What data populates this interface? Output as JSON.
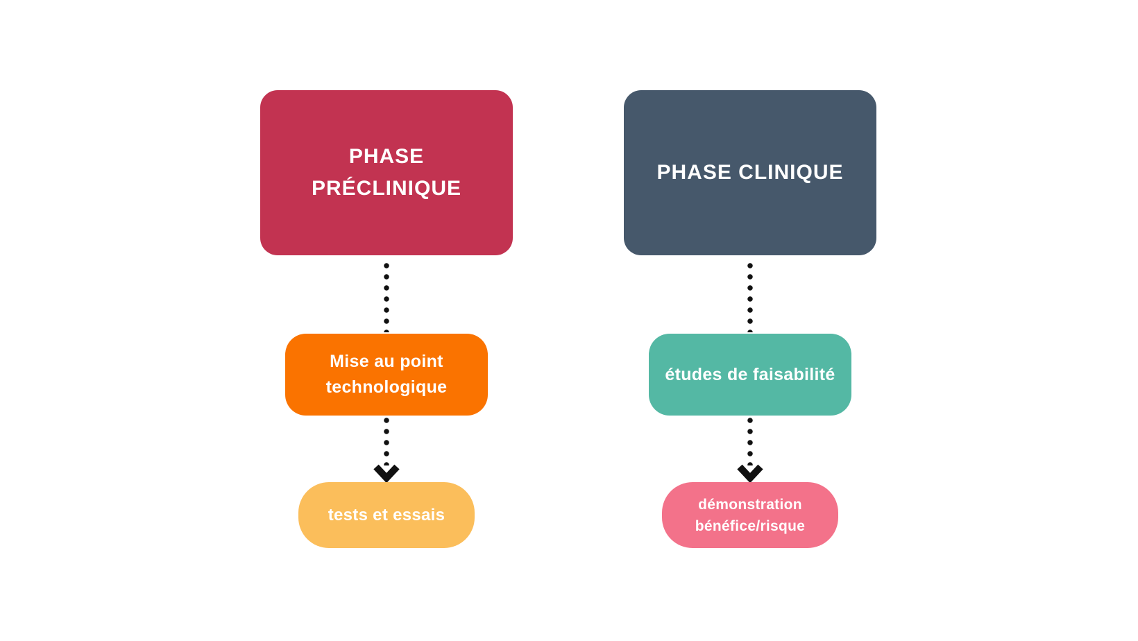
{
  "diagram": {
    "background": "#ffffff",
    "connector": {
      "color": "#111111",
      "line_style": "dotted",
      "arrowhead": "chevron-down"
    },
    "columns": [
      {
        "id": "phase-preclinique",
        "header": {
          "label": "PHASE PRÉCLINIQUE",
          "color": "#c23351",
          "text_color": "#ffffff"
        },
        "steps": [
          {
            "label": "Mise au point technologique",
            "color": "#fa7300",
            "text_color": "#ffffff"
          },
          {
            "label": "tests et essais",
            "color": "#fbbe5b",
            "text_color": "#ffffff"
          }
        ]
      },
      {
        "id": "phase-clinique",
        "header": {
          "label": "PHASE CLINIQUE",
          "color": "#46586b",
          "text_color": "#ffffff"
        },
        "steps": [
          {
            "label": "études de faisabilité",
            "color": "#54b8a4",
            "text_color": "#ffffff"
          },
          {
            "label": "démonstration bénéfice/risque",
            "color": "#f3728a",
            "text_color": "#ffffff"
          }
        ]
      }
    ]
  }
}
